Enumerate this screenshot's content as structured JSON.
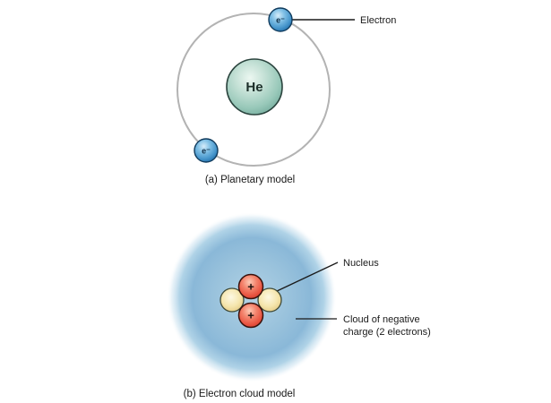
{
  "figure": {
    "background": "#ffffff",
    "panel_a": {
      "caption": "(a) Planetary model",
      "nucleus_symbol": "He",
      "electron_symbol": "e⁻",
      "electron_label": "Electron",
      "colors": {
        "orbit_gray": "#b3b3b3",
        "electron_blue": "#4796cc",
        "nucleus_teal": "#8fc3b4",
        "text": "#1a1a1a"
      }
    },
    "panel_b": {
      "caption": "(b) Electron cloud model",
      "nucleus_label": "Nucleus",
      "cloud_label_line1": "Cloud of negative",
      "cloud_label_line2": "charge (2 electrons)",
      "proton_symbol": "+",
      "colors": {
        "cloud_blue": "#8ab8d8",
        "proton_red": "#e85340",
        "neutron_cream": "#f5e6ae",
        "text": "#1a1a1a"
      }
    }
  }
}
